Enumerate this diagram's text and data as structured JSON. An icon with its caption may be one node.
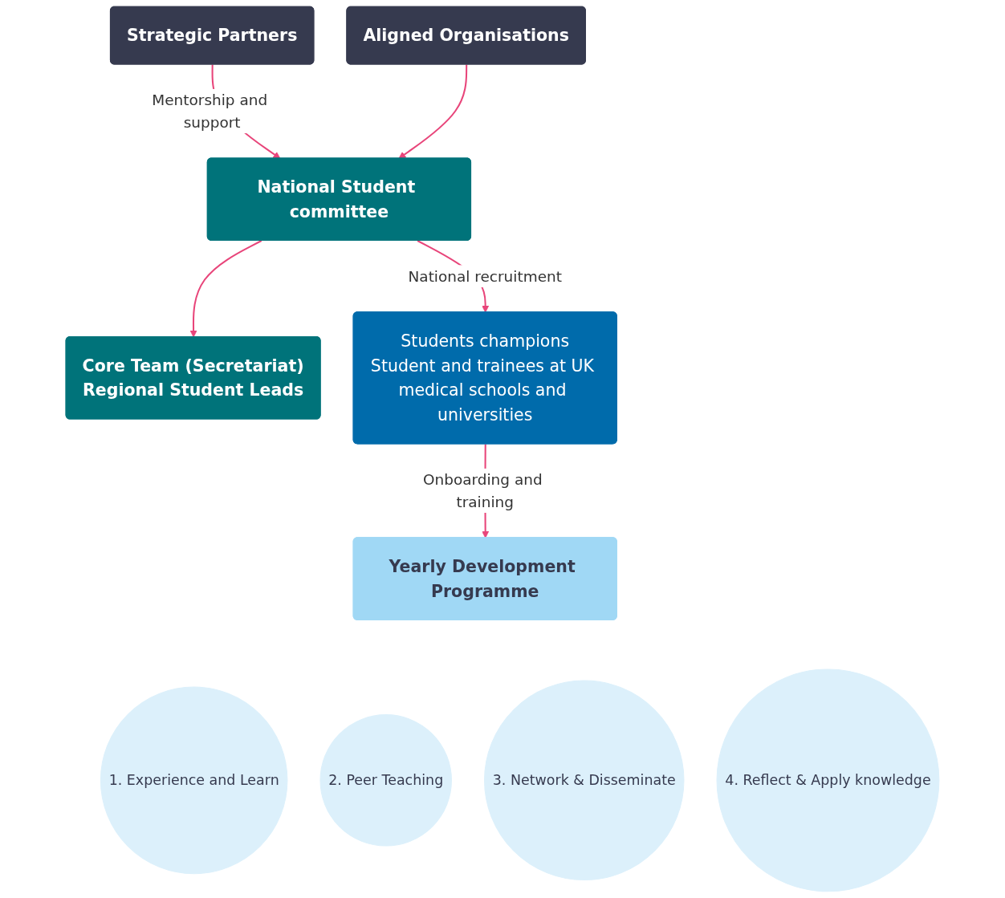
{
  "diagram": {
    "nodes": [
      {
        "text": [
          "Strategic Partners"
        ]
      },
      {
        "text": [
          "Aligned Organisations"
        ]
      },
      {
        "text": [
          "National Student committee"
        ]
      },
      {
        "text": [
          "Core Team (Secretariat)",
          "Regional Student Leads"
        ]
      },
      {
        "text": [
          "Students champions",
          "Student and trainees at UK medical schools and universities"
        ]
      },
      {
        "text": [
          "Yearly Development Programme"
        ]
      },
      {
        "text": [
          "1. Experience and Learn"
        ]
      },
      {
        "text": [
          "2. Peer Teaching"
        ]
      },
      {
        "text": [
          "3. Network & Disseminate"
        ]
      },
      {
        "text": [
          "4. Reflect & Apply knowledge"
        ]
      }
    ],
    "edges": [
      {
        "from": 0,
        "to": 2,
        "arrow": "to",
        "label": "Mentorship and support"
      },
      {
        "from": 1,
        "to": 2,
        "arrow": "to"
      },
      {
        "from": 2,
        "to": 3,
        "arrow": "to"
      },
      {
        "from": 2,
        "to": 4,
        "arrow": "to",
        "label": "National recruitment"
      },
      {
        "from": 4,
        "to": 5,
        "arrow": "to",
        "label": "Onboarding and training"
      }
    ]
  }
}
